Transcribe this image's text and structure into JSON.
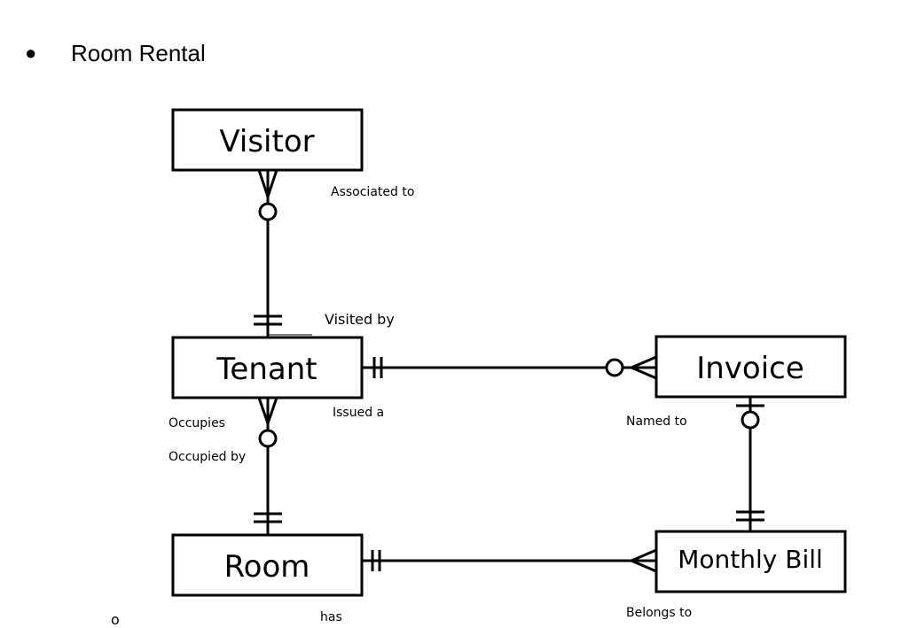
{
  "heading": {
    "bullet": "●",
    "title": "Room Rental"
  },
  "entities": {
    "visitor": "Visitor",
    "tenant": "Tenant",
    "invoice": "Invoice",
    "room": "Room",
    "monthly_bill": "Monthly Bill"
  },
  "relationships": {
    "associated_to": "Associated to",
    "visited_by": "Visited by",
    "issued_a": "Issued a",
    "named_to": "Named to",
    "occupies": "Occupies",
    "occupied_by": "Occupied by",
    "has": "has",
    "belongs_to": "Belongs to"
  },
  "stray_mark": "o"
}
